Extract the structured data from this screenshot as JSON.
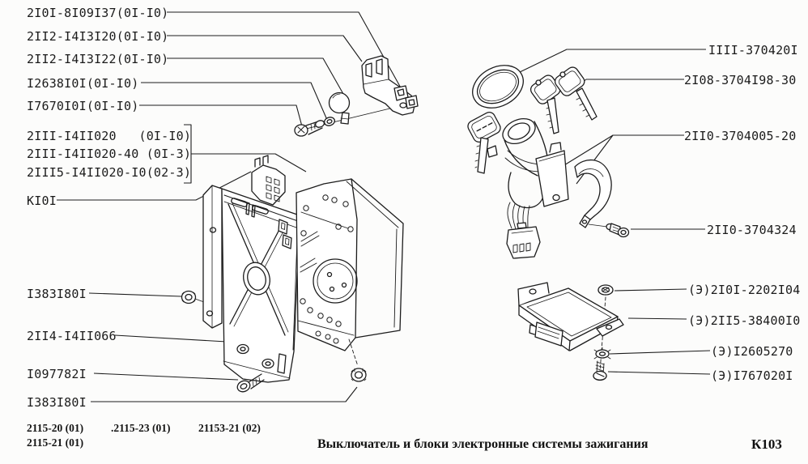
{
  "labels": {
    "left": [
      "2I0I-8I09I37(0I-I0)",
      "2II2-I4I3I20(0I-I0)",
      "2II2-I4I3I22(0I-I0)",
      "I2638I0I(0I-I0)",
      "I7670I0I(0I-I0)",
      "2III-I4II020   (0I-I0)",
      "2III-I4II020-40 (0I-3)",
      "2III5-I4II020-I0(02-3)",
      "KI0I",
      "I383I80I",
      "2II4-I4II066",
      "I097782I",
      "I383I80I"
    ],
    "right": [
      "IIII-370420I",
      "2I08-3704I98-30",
      "2II0-3704005-20",
      "2II0-3704324",
      "(Э)2I0I-2202I04",
      "(Э)2II5-38400I0",
      "(Э)I2605270",
      "(Э)I767020I"
    ]
  },
  "footer": {
    "model_codes": [
      "2115-20 (01)",
      ".2115-23 (01)",
      "21153-21 (02)",
      "2115-21 (01)"
    ],
    "caption": "Выключатель и блоки электронные системы зажигания",
    "page_code": "К103"
  },
  "colors": {
    "ink": "#1c1c1c",
    "paper": "#fcfcfb"
  }
}
